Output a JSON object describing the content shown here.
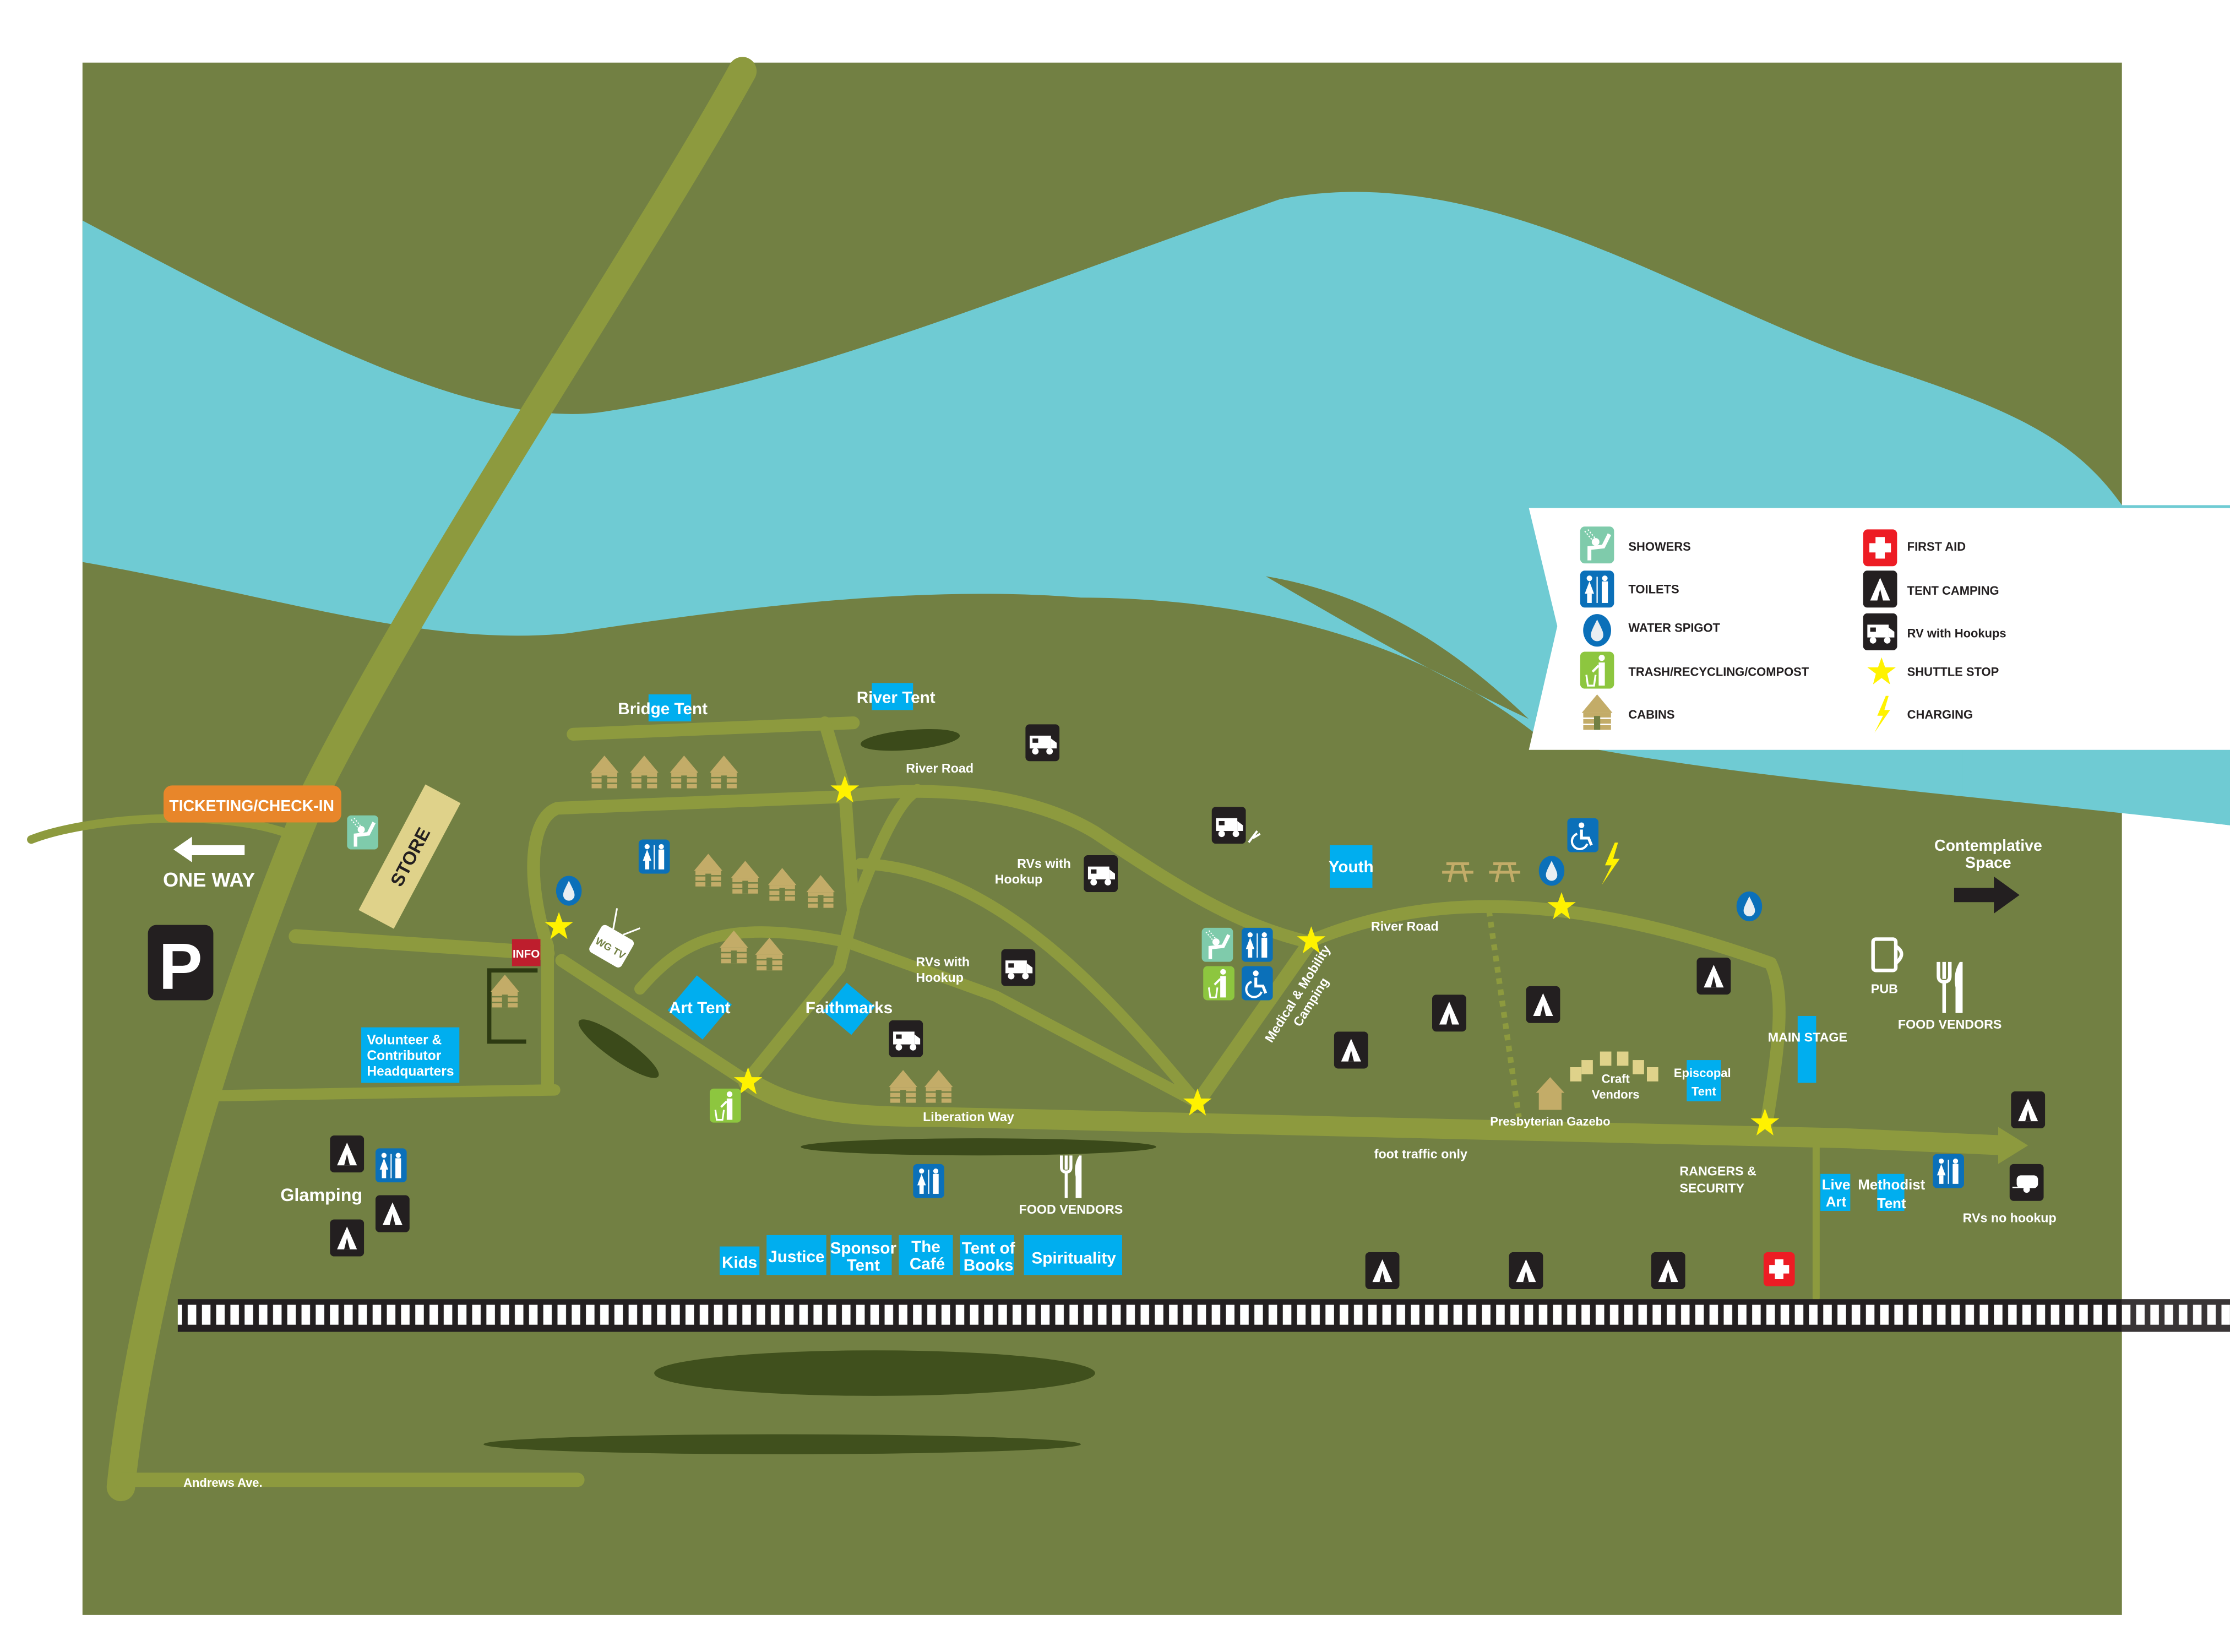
{
  "colors": {
    "land": "#728043",
    "road": "#8d9a3e",
    "river": "#6fcbd3",
    "tent": "#00aeef",
    "ticketing": "#e8862a",
    "info": "#be1e2d",
    "store": "#dfd28a",
    "cabin": "#c3ac68",
    "shuttle": "#fff200"
  },
  "legend": {
    "items": [
      {
        "icon": "shower-icon",
        "label": "SHOWERS"
      },
      {
        "icon": "toilet-icon",
        "label": "TOILETS"
      },
      {
        "icon": "water-spigot-icon",
        "label": "WATER SPIGOT"
      },
      {
        "icon": "trash-icon",
        "label": "TRASH/RECYCLING/COMPOST"
      },
      {
        "icon": "cabin-icon",
        "label": "CABINS"
      },
      {
        "icon": "first-aid-icon",
        "label": "FIRST AID"
      },
      {
        "icon": "tent-icon",
        "label": "TENT CAMPING"
      },
      {
        "icon": "rv-icon",
        "label": "RV with Hookups"
      },
      {
        "icon": "star-icon",
        "label": "SHUTTLE STOP"
      },
      {
        "icon": "lightning-icon",
        "label": "CHARGING"
      }
    ]
  },
  "entrance": {
    "ticketing": "TICKETING/CHECK-IN",
    "one_way": "ONE WAY",
    "parking": "P",
    "store": "STORE",
    "info": "INFO",
    "wgtv": "WG TV"
  },
  "places": {
    "volunteer": [
      "Volunteer &",
      "Contributor",
      "Headquarters"
    ],
    "glamping": "Glamping",
    "andrews": "Andrews Ave.",
    "bridge_tent": "Bridge Tent",
    "river_tent": "River Tent",
    "river_road_1": "River Road",
    "river_road_2": "River Road",
    "rvs_hookup_1": [
      "RVs with",
      "Hookup"
    ],
    "rvs_hookup_2": [
      "RVs with",
      "Hookup"
    ],
    "art_tent": "Art Tent",
    "faithmarks": "Faithmarks",
    "liberation_way": "Liberation Way",
    "food_vendors_1": "FOOD VENDORS",
    "food_vendors_2": "FOOD VENDORS",
    "youth": "Youth",
    "medical": [
      "Medical & Mobility",
      "Camping"
    ],
    "foot_traffic": "foot traffic only",
    "craft_vendors": [
      "Craft",
      "Vendors"
    ],
    "presbyterian": "Presbyterian Gazebo",
    "episcopal": [
      "Episcopal",
      "Tent"
    ],
    "main_stage": "MAIN STAGE",
    "pub": "PUB",
    "rangers": [
      "RANGERS &",
      "SECURITY"
    ],
    "live_art": [
      "Live",
      "Art"
    ],
    "methodist": [
      "Methodist",
      "Tent"
    ],
    "rvs_no_hookup": "RVs no hookup",
    "contemplative": [
      "Contemplative",
      "Space"
    ]
  },
  "tents_row": [
    {
      "lines": [
        "Kids"
      ]
    },
    {
      "lines": [
        "Justice"
      ]
    },
    {
      "lines": [
        "Sponsor",
        "Tent"
      ]
    },
    {
      "lines": [
        "The",
        "Café"
      ]
    },
    {
      "lines": [
        "Tent of",
        "Books"
      ]
    },
    {
      "lines": [
        "Spirituality"
      ]
    }
  ]
}
